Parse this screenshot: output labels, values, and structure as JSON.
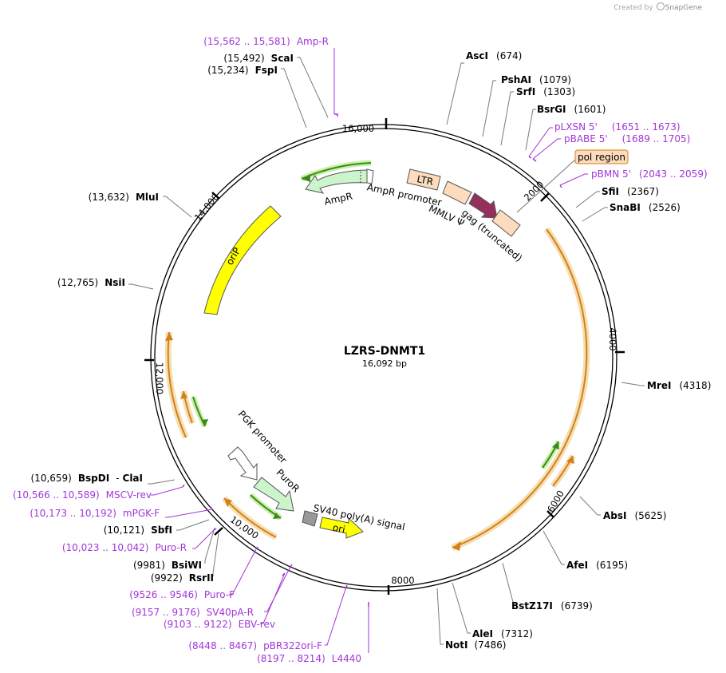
{
  "credit": {
    "prefix": "Created by",
    "brand": "SnapGene"
  },
  "plasmid": {
    "name": "LZRS-DNMT1",
    "size_label": "16,092 bp"
  },
  "ticks": [
    "2000",
    "4000",
    "6000",
    "8000",
    "10,000",
    "12,000",
    "14,000",
    "16,000"
  ],
  "enzymes": [
    {
      "name": "AscI",
      "pos": "(674)"
    },
    {
      "name": "PshAI",
      "pos": "(1079)"
    },
    {
      "name": "SrfI",
      "pos": "(1303)"
    },
    {
      "name": "BsrGI",
      "pos": "(1601)"
    },
    {
      "name": "SfiI",
      "pos": "(2367)"
    },
    {
      "name": "SnaBI",
      "pos": "(2526)"
    },
    {
      "name": "MreI",
      "pos": "(4318)"
    },
    {
      "name": "AbsI",
      "pos": "(5625)"
    },
    {
      "name": "AfeI",
      "pos": "(6195)"
    },
    {
      "name": "BstZ17I",
      "pos": "(6739)"
    },
    {
      "name": "AleI",
      "pos": "(7312)"
    },
    {
      "name": "NotI",
      "pos": "(7486)"
    },
    {
      "name": "RsrII",
      "pos": "(9922)"
    },
    {
      "name": "BsiWI",
      "pos": "(9981)"
    },
    {
      "name": "SbfI",
      "pos": "(10,121)"
    },
    {
      "name": "BspDI",
      "sep": "-",
      "name2": "ClaI",
      "pos": "(10,659)"
    },
    {
      "name": "NsiI",
      "pos": "(12,765)"
    },
    {
      "name": "MluI",
      "pos": "(13,632)"
    },
    {
      "name": "FspI",
      "pos": "(15,234)"
    },
    {
      "name": "ScaI",
      "pos": "(15,492)"
    }
  ],
  "primers": [
    {
      "name": "Amp-R",
      "pos": "(15,562 .. 15,581)"
    },
    {
      "name": "pLXSN 5'",
      "pos": "(1651 .. 1673)"
    },
    {
      "name": "pBABE 5'",
      "pos": "(1689 .. 1705)"
    },
    {
      "name": "pBMN 5'",
      "pos": "(2043 .. 2059)"
    },
    {
      "name": "L4440",
      "pos": "(8197 .. 8214)"
    },
    {
      "name": "pBR322ori-F",
      "pos": "(8448 .. 8467)"
    },
    {
      "name": "EBV-rev",
      "pos": "(9103 .. 9122)"
    },
    {
      "name": "SV40pA-R",
      "pos": "(9157 .. 9176)"
    },
    {
      "name": "Puro-F",
      "pos": "(9526 .. 9546)"
    },
    {
      "name": "Puro-R",
      "pos": "(10,023 .. 10,042)"
    },
    {
      "name": "mPGK-F",
      "pos": "(10,173 .. 10,192)"
    },
    {
      "name": "MSCV-rev",
      "pos": "(10,566 .. 10,589)"
    }
  ],
  "features": {
    "pol_region": "pol region",
    "ltr": "LTR",
    "ampr": "AmpR",
    "ampr_promoter": "AmpR promoter",
    "mmlv_psi": "MMLV Ψ",
    "gag": "gag (truncated)",
    "orip": "oriP",
    "pgk_promoter": "PGK promoter",
    "puror": "PuroR",
    "sv40_polya": "SV40 poly(A) signal",
    "ori": "ori"
  },
  "colors": {
    "backbone": "#000000",
    "enzyme": "#000000",
    "primer": "#a235d8",
    "orf_gold": "#d4801a",
    "orf_halo": "#f5deb0",
    "primer_bind_green": "#3a8a1a",
    "primer_bind_halo": "#c9f0a8",
    "ampr": "#ccf5cc",
    "oriP": "#ffff00",
    "ltr": "#fcdcbc",
    "gag": "#952f5c",
    "sv40": "#999999",
    "ori": "#ffff00"
  }
}
